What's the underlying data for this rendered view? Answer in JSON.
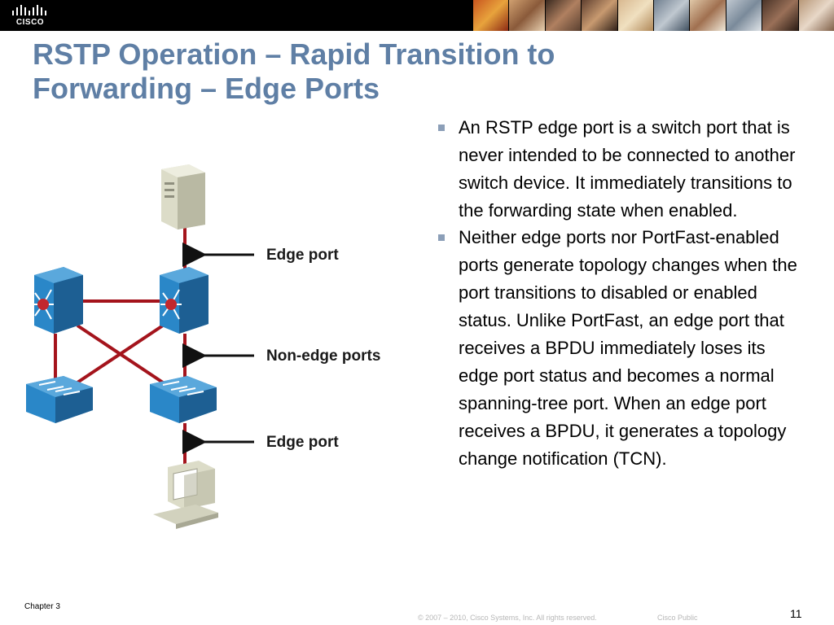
{
  "header": {
    "logo_text": "CISCO",
    "banner": "people-photo-strip"
  },
  "slide": {
    "title_lines": [
      "RSTP Operation – Rapid Transition to",
      "Forwarding – Edge Ports"
    ]
  },
  "diagram": {
    "labels": {
      "edge_port_top": "Edge port",
      "non_edge_ports": "Non-edge ports",
      "edge_port_bottom": "Edge port"
    },
    "icons": [
      "server-icon",
      "multilayer-switch-icon",
      "switch-icon",
      "pc-icon"
    ],
    "colors": {
      "link": "#a4141c",
      "device_blue": "#2a87c8",
      "device_blue_dark": "#1d5f93",
      "router_center": "#c2272d",
      "arrow": "#111111"
    }
  },
  "bullets": [
    "An RSTP edge port is a switch port that is never intended to be connected to another switch device. It immediately transitions to the forwarding state when enabled.",
    "Neither edge ports nor PortFast-enabled ports generate topology changes when the port transitions to disabled or enabled status. Unlike PortFast, an edge port that receives a BPDU immediately loses its edge port status and becomes a normal spanning-tree port. When an edge port receives a BPDU, it generates a topology change notification (TCN)."
  ],
  "footer": {
    "chapter": "Chapter 3",
    "copyright": "© 2007 – 2010, Cisco Systems, Inc. All rights reserved.",
    "classification": "Cisco Public",
    "page": "11"
  }
}
